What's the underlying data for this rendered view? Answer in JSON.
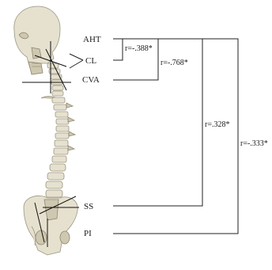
{
  "labels": {
    "aht": "AHT",
    "cl": "CL",
    "cva": "CVA",
    "ss": "SS",
    "pi": "PI"
  },
  "correlations": {
    "aht_cl": "r=-.388*",
    "aht_cva": "r=-.768*",
    "aht_ss": "r=.328*",
    "aht_pi": "r=-.333*"
  },
  "colors": {
    "line": "#222222",
    "bone": "#e6e1cf"
  }
}
